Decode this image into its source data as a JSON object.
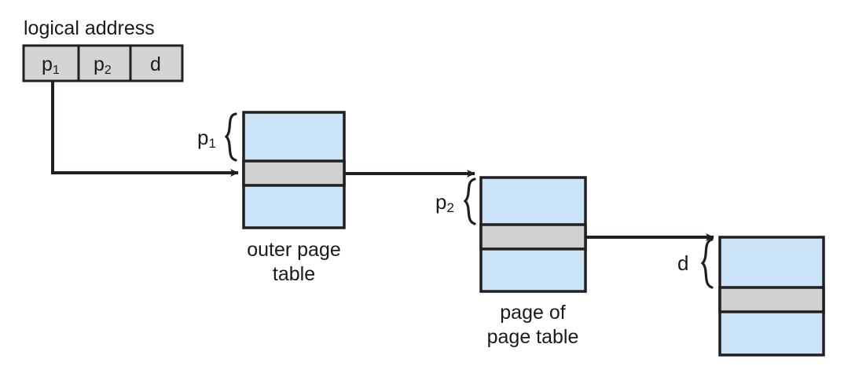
{
  "figure": {
    "title": "two-level paging address translation",
    "logical_address": {
      "caption": "logical address",
      "fields": [
        {
          "name": "p1",
          "label": "p",
          "subscript": "1"
        },
        {
          "name": "p2",
          "label": "p",
          "subscript": "2"
        },
        {
          "name": "d",
          "label": "d",
          "subscript": ""
        }
      ]
    },
    "brace_labels": [
      {
        "name": "p1",
        "label": "p",
        "subscript": "1"
      },
      {
        "name": "p2",
        "label": "p",
        "subscript": "2"
      },
      {
        "name": "d",
        "label": "d",
        "subscript": ""
      }
    ],
    "tables": [
      {
        "name": "outer-page-table",
        "caption": "outer page\ntable"
      },
      {
        "name": "page-of-page-table",
        "caption": "page of\npage table"
      },
      {
        "name": "memory-frame",
        "caption": ""
      }
    ],
    "colors": {
      "entry_blue": "#cbe4f7",
      "selected_gray": "#d0d0d0",
      "address_cell_gray": "#d4d4d4",
      "stroke": "#231f20",
      "background": "#ffffff"
    }
  }
}
